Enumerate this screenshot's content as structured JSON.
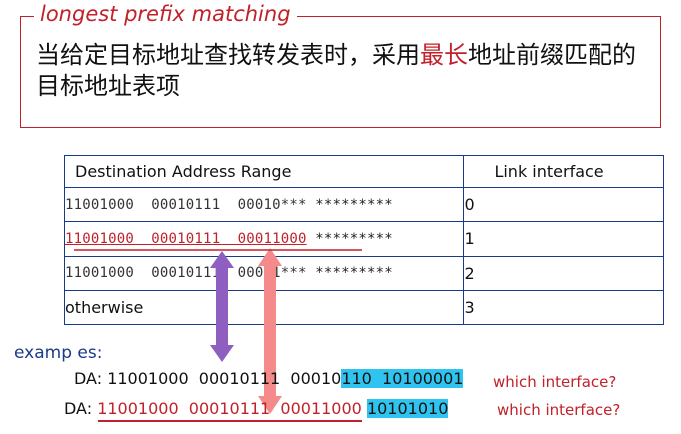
{
  "title": {
    "label": "longest prefix matching",
    "text_before": "当给定目标地址查找转发表时，采用",
    "text_highlight": "最长",
    "text_after": "地址前缀匹配的目标地址表项"
  },
  "table": {
    "headers": [
      "Destination Address Range",
      "Link interface"
    ],
    "rows": [
      {
        "prefix": "11001000  00010111  00010***",
        "stars": "*********",
        "iface": "0"
      },
      {
        "prefix": "11001000  00010111  00011000",
        "stars": "*********",
        "iface": "1"
      },
      {
        "prefix": "11001000  00010111  00011***",
        "stars": "*********",
        "iface": "2"
      },
      {
        "prefix": "otherwise",
        "stars": "",
        "iface": "3"
      }
    ]
  },
  "examples": {
    "label": "examp es:",
    "da1": {
      "prefix": "DA: ",
      "plain": "11001000  00010111  00010",
      "highlight": "110  10100001",
      "question": "which interface?"
    },
    "da2": {
      "prefix": "DA: ",
      "red": "11001000  00010111  00011000",
      "highlight": "10101010",
      "question": "which interface?"
    }
  },
  "colors": {
    "accent_red": "#c0212a",
    "table_border": "#1a3a8a",
    "highlight_blue": "#2fc4ef",
    "arrow_purple": "#8e5fc0",
    "arrow_pink": "#f48a8a"
  }
}
